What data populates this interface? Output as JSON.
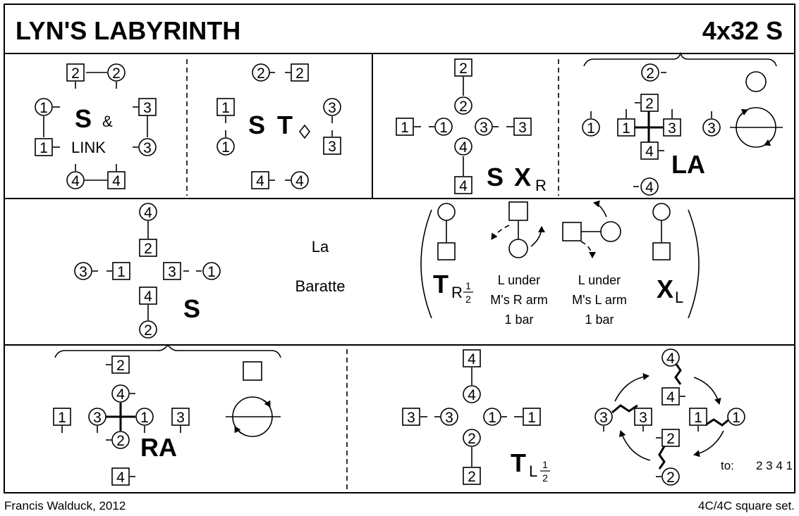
{
  "title": "LYN'S LABYRINTH",
  "formation": "4x32 S",
  "footer": {
    "author": "Francis Walduck, 2012",
    "set": "4C/4C  square set."
  },
  "numbers": {
    "n1": "1",
    "n2": "2",
    "n3": "3",
    "n4": "4"
  },
  "panels": {
    "p1a": {
      "s": "S",
      "amp": "&",
      "link": "LINK"
    },
    "p1b": {
      "s": "S",
      "t": "T"
    },
    "p1c": {
      "s": "S",
      "x": "X",
      "sub": "R"
    },
    "p1d": {
      "la": "LA"
    },
    "p2a": {
      "s": "S"
    },
    "p2b": {
      "line1": "La",
      "line2": "Baratte"
    },
    "p2c": {
      "t": "T",
      "t_sub": "R",
      "frac_num": "1",
      "frac_den": "2",
      "left_text": [
        "L under",
        "M's R arm",
        "1 bar"
      ],
      "right_text": [
        "L under",
        "M's L arm",
        "1 bar"
      ],
      "x": "X",
      "x_sub": "L"
    },
    "p3a": {
      "ra": "RA"
    },
    "p3b": {
      "t": "T",
      "t_sub": "L",
      "frac_num": "1",
      "frac_den": "2"
    },
    "p3c": {
      "to_label": "to:",
      "to_order": "2 3 4 1"
    }
  }
}
